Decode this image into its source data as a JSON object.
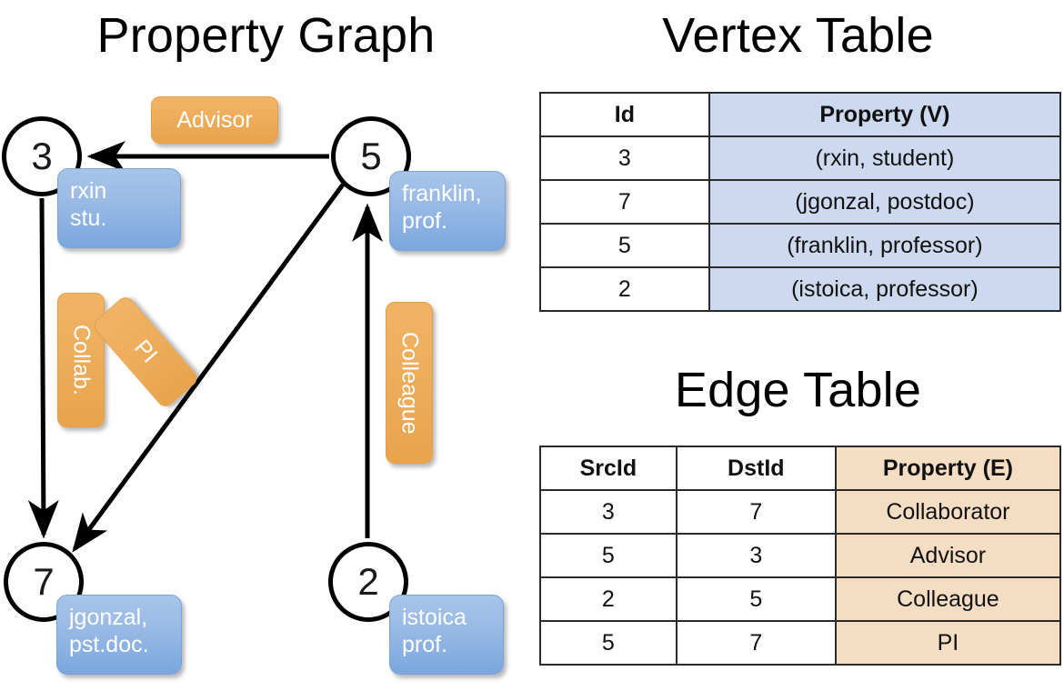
{
  "titles": {
    "property_graph": "Property Graph",
    "vertex_table": "Vertex Table",
    "edge_table": "Edge Table"
  },
  "graph": {
    "vertices": [
      {
        "id": "3",
        "property_label": "rxin\nstu."
      },
      {
        "id": "5",
        "property_label": "franklin,\nprof."
      },
      {
        "id": "7",
        "property_label": "jgonzal,\npst.doc."
      },
      {
        "id": "2",
        "property_label": "istoica\nprof."
      }
    ],
    "vertex_boxes": {
      "rxin_line1": "rxin",
      "rxin_line2": "stu.",
      "franklin_line1": "franklin,",
      "franklin_line2": "prof.",
      "jgonzal_line1": "jgonzal,",
      "jgonzal_line2": "pst.doc.",
      "istoica_line1": "istoica",
      "istoica_line2": "prof."
    },
    "edge_labels": {
      "advisor": "Advisor",
      "collab": "Collab.",
      "pi": "PI",
      "colleague": "Colleague"
    },
    "edges": [
      {
        "from": "5",
        "to": "3",
        "label": "Advisor"
      },
      {
        "from": "3",
        "to": "7",
        "label": "Collab."
      },
      {
        "from": "5",
        "to": "7",
        "label": "PI"
      },
      {
        "from": "2",
        "to": "5",
        "label": "Colleague"
      }
    ]
  },
  "vertex_table": {
    "headers": [
      "Id",
      "Property (V)"
    ],
    "rows": [
      [
        "3",
        "(rxin, student)"
      ],
      [
        "7",
        "(jgonzal, postdoc)"
      ],
      [
        "5",
        "(franklin, professor)"
      ],
      [
        "2",
        "(istoica, professor)"
      ]
    ]
  },
  "edge_table": {
    "headers": [
      "SrcId",
      "DstId",
      "Property (E)"
    ],
    "rows": [
      [
        "3",
        "7",
        "Collaborator"
      ],
      [
        "5",
        "3",
        "Advisor"
      ],
      [
        "2",
        "5",
        "Colleague"
      ],
      [
        "5",
        "7",
        "PI"
      ]
    ]
  },
  "colors": {
    "vertex_property_blue": "#9cbce6",
    "edge_property_orange": "#eeae5d",
    "vertex_table_header_fill": "#ccd9ee",
    "edge_table_header_fill": "#f5ddc4",
    "stroke": "#000000",
    "background": "#ffffff"
  }
}
